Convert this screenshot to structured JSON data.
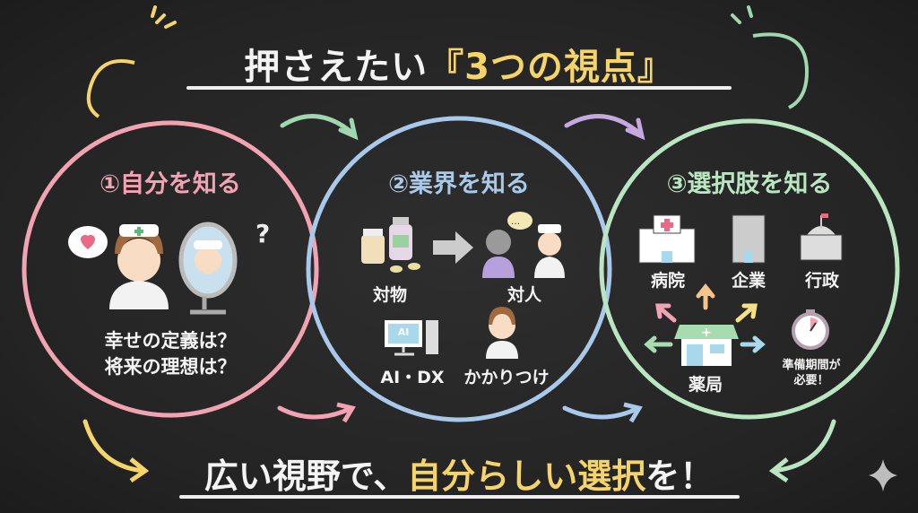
{
  "title": {
    "prefix": "押さえたい",
    "highlight": "『3つの視点』"
  },
  "sections": [
    {
      "heading": "①自分を知る",
      "color": "#f2a3b3",
      "questions": [
        "幸せの定義は？",
        "将来の理想は？"
      ],
      "question_mark": "?"
    },
    {
      "heading": "②業界を知る",
      "color": "#a9c9ea",
      "items": [
        "対物",
        "対人",
        "AI・DX",
        "かかりつけ"
      ],
      "screen_text": "AI"
    },
    {
      "heading": "③選択肢を知る",
      "color": "#b9e5c1",
      "items": [
        "病院",
        "企業",
        "行政",
        "薬局"
      ],
      "note": [
        "準備期間が",
        "必要！"
      ]
    }
  ],
  "bottom": {
    "part1": "広い視野で、",
    "highlight": "自分らしい選択",
    "part2": "を！"
  },
  "colors": {
    "accent": "#f5d46a",
    "board": "#262626"
  }
}
